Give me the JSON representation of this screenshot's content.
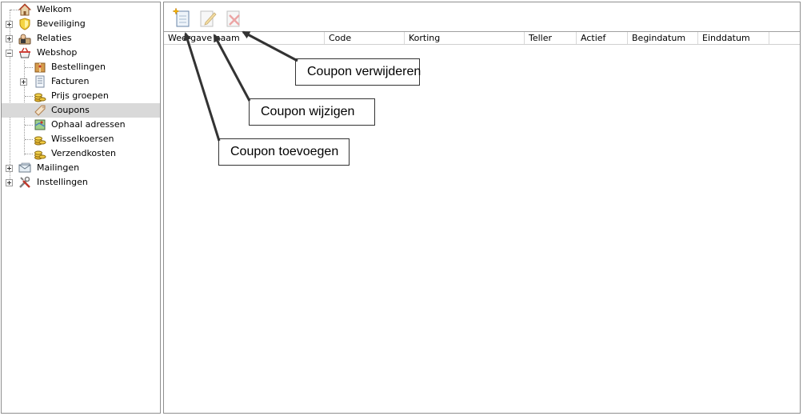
{
  "tree": {
    "items": [
      {
        "label": "Welkom",
        "icon": "home-icon"
      },
      {
        "label": "Beveiliging",
        "icon": "shield-icon"
      },
      {
        "label": "Relaties",
        "icon": "contacts-icon"
      },
      {
        "label": "Webshop",
        "icon": "shopping-basket-icon"
      },
      {
        "label": "Bestellingen",
        "icon": "box-icon"
      },
      {
        "label": "Facturen",
        "icon": "invoice-icon"
      },
      {
        "label": "Prijs groepen",
        "icon": "coins-icon"
      },
      {
        "label": "Coupons",
        "icon": "coupon-icon"
      },
      {
        "label": "Ophaal adressen",
        "icon": "map-icon"
      },
      {
        "label": "Wisselkoersen",
        "icon": "coins-icon"
      },
      {
        "label": "Verzendkosten",
        "icon": "coins-icon"
      },
      {
        "label": "Mailingen",
        "icon": "mail-icon"
      },
      {
        "label": "Instellingen",
        "icon": "tools-icon"
      }
    ]
  },
  "toolbar": {
    "add_icon": "new-document-icon",
    "edit_icon": "edit-document-icon",
    "delete_icon": "delete-document-icon"
  },
  "grid": {
    "columns": [
      "Weergave naam",
      "Code",
      "Korting",
      "Teller",
      "Actief",
      "Begindatum",
      "Einddatum"
    ]
  },
  "callouts": {
    "delete": "Coupon verwijderen",
    "edit": "Coupon wijzigen",
    "add": "Coupon toevoegen"
  },
  "colors": {
    "selected_row": "#d9d9d9",
    "border": "#8f8f8f"
  }
}
